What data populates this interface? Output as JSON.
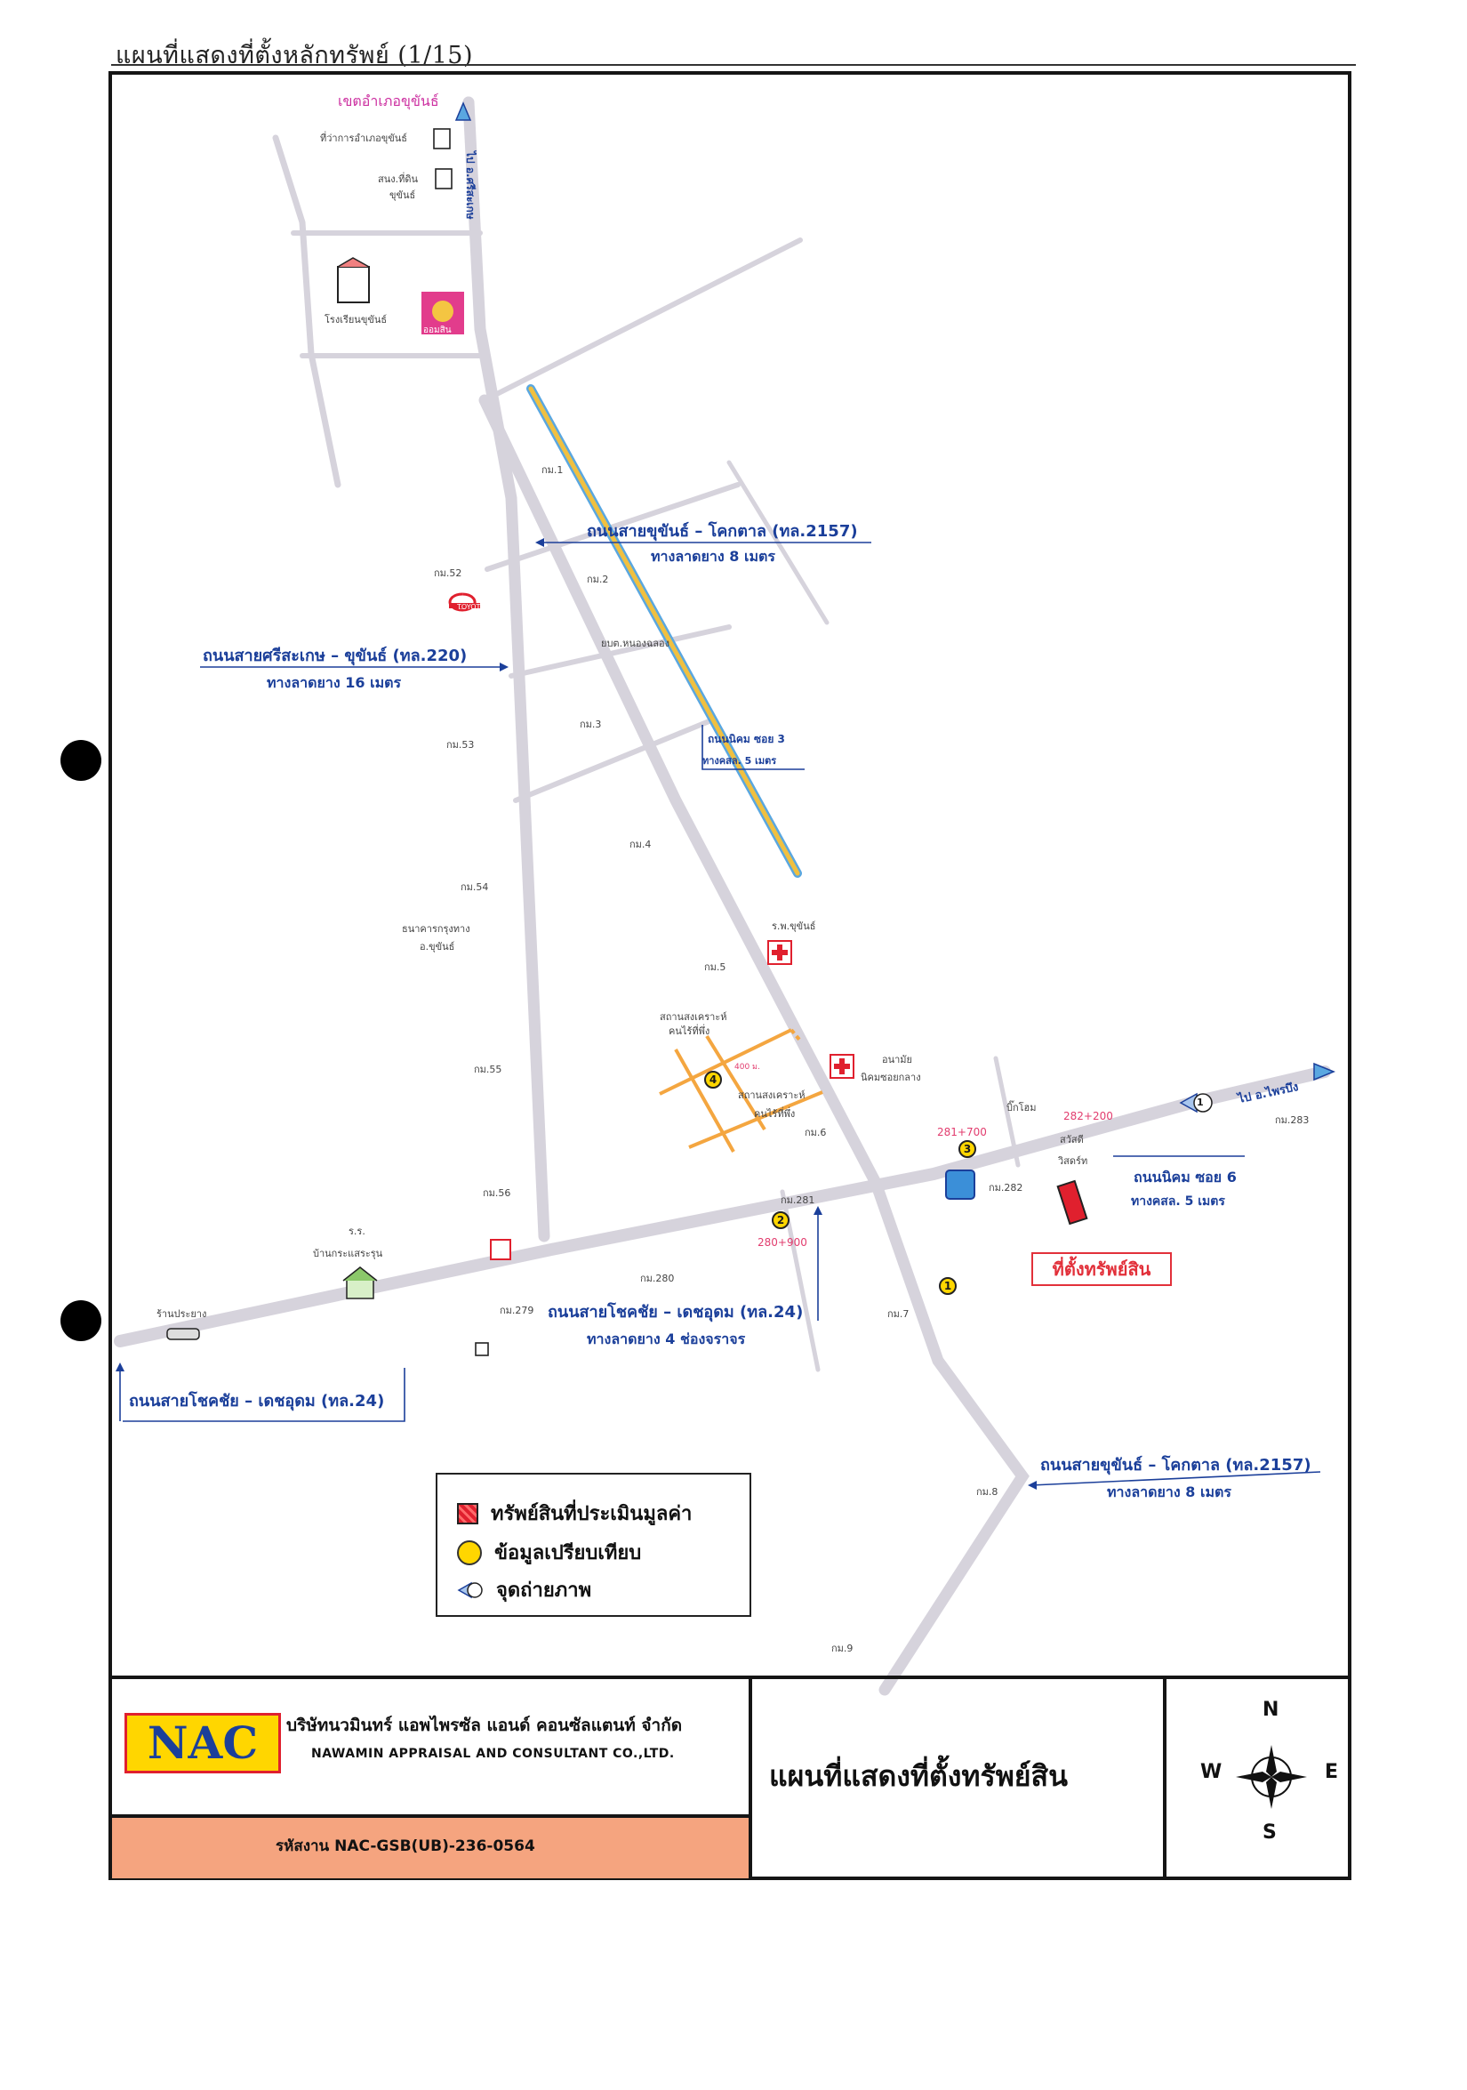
{
  "page": {
    "title": "แผนที่แสดงที่ตั้งหลักทรัพย์ (1/15)"
  },
  "map": {
    "district_label": "เขตอำเภอขุขันธ์",
    "north_road_label": "ไป อ.ศรีสะเกษ",
    "east_direction_label": "ไป อ.ไพรบึง",
    "places": {
      "district_office": "ที่ว่าการอำเภอขุขันธ์",
      "land_office_1": "สนง.ที่ดิน",
      "land_office_2": "ขุขันธ์",
      "school": "โรงเรียนขุขันธ์",
      "savings_bank": "ออมสิน",
      "toyota": "TOYOTA",
      "health_center": "ยบต.หนองฉลอง",
      "bank_1": "ธนาคารกรุงทาง",
      "bank_2": "อ.ขุขันธ์",
      "hospital": "ร.พ.ขุขันธ์",
      "welfare_1a": "สถานสงเคราะห์",
      "welfare_1b": "คนไร้ที่พึ่ง",
      "welfare_2a": "สถานสงเคราะห์",
      "welfare_2b": "คนไร้ที่พึ่ง",
      "clinic_1": "อนามัย",
      "clinic_2": "นิคมซอยกลาง",
      "bigc": "บิ๊กโฮม",
      "sawasdee_1": "สวัสดี",
      "sawasdee_2": "วิสดร์ท",
      "village_school_1": "ร.ร.",
      "village_school_2": "บ้านกระแสระรุน",
      "rubber_shop": "ร้านประยาง",
      "distance_400": "400 ม."
    },
    "km_markers": [
      "กม.1",
      "กม.2",
      "กม.3",
      "กม.4",
      "กม.5",
      "กม.6",
      "กม.7",
      "กม.8",
      "กม.9",
      "กม.52",
      "กม.53",
      "กม.54",
      "กม.55",
      "กม.56",
      "กม.279",
      "กม.280",
      "กม.281",
      "กม.282",
      "กม.283"
    ],
    "chainage": {
      "c281_700": "281+700",
      "c282_200": "282+200",
      "c280_900": "280+900"
    },
    "roads": {
      "r2157_top_name": "ถนนสายขุขันธ์ – โคกตาล (ทล.2157)",
      "r2157_top_desc": "ทางลาดยาง 8 เมตร",
      "r220_name": "ถนนสายศรีสะเกษ – ขุขันธ์ (ทล.220)",
      "r220_desc": "ทางลาดยาง 16 เมตร",
      "nikhom3_name": "ถนนนิคม ซอย 3",
      "nikhom3_desc": "ทางคสล. 5 เมตร",
      "nikhom6_name": "ถนนนิคม ซอย 6",
      "nikhom6_desc": "ทางคสล. 5 เมตร",
      "r24_mid_name": "ถนนสายโชคชัย – เดชอุดม (ทล.24)",
      "r24_mid_desc": "ทางลาดยาง 4 ช่องจราจร",
      "r24_left_name": "ถนนสายโชคชัย – เดชอุดม (ทล.24)",
      "r2157_bottom_name": "ถนนสายขุขันธ์ – โคกตาล (ทล.2157)",
      "r2157_bottom_desc": "ทางลาดยาง 8 เมตร"
    },
    "property_location_label": "ที่ตั้งทรัพย์สิน",
    "comparables": [
      "1",
      "2",
      "3",
      "4"
    ],
    "photo_point": "1"
  },
  "legend": {
    "appraised": "ทรัพย์สินที่ประเมินมูลค่า",
    "comparable": "ข้อมูลเปรียบเทียบ",
    "photo": "จุดถ่ายภาพ"
  },
  "footer": {
    "logo": "NAC",
    "company_th": "บริษัทนวมินทร์ แอพไพรซัล แอนด์ คอนซัลแตนท์ จำกัด",
    "company_en": "NAWAMIN APPRAISAL AND CONSULTANT CO.,LTD.",
    "map_title": "แผนที่แสดงที่ตั้งทรัพย์สิน",
    "job_code": "รหัสงาน NAC-GSB(UB)-236-0564",
    "compass": {
      "n": "N",
      "s": "S",
      "e": "E",
      "w": "W"
    }
  },
  "colors": {
    "road": "#d6d3dc",
    "road_label": "#1b3f9a",
    "soi3_fill": "#f0c040",
    "soi3_edge": "#5aa7e0",
    "orange_road": "#f4a640",
    "property": "#e0202e",
    "comparable": "#ffd600",
    "footer_code_bg": "#f5a47f"
  }
}
